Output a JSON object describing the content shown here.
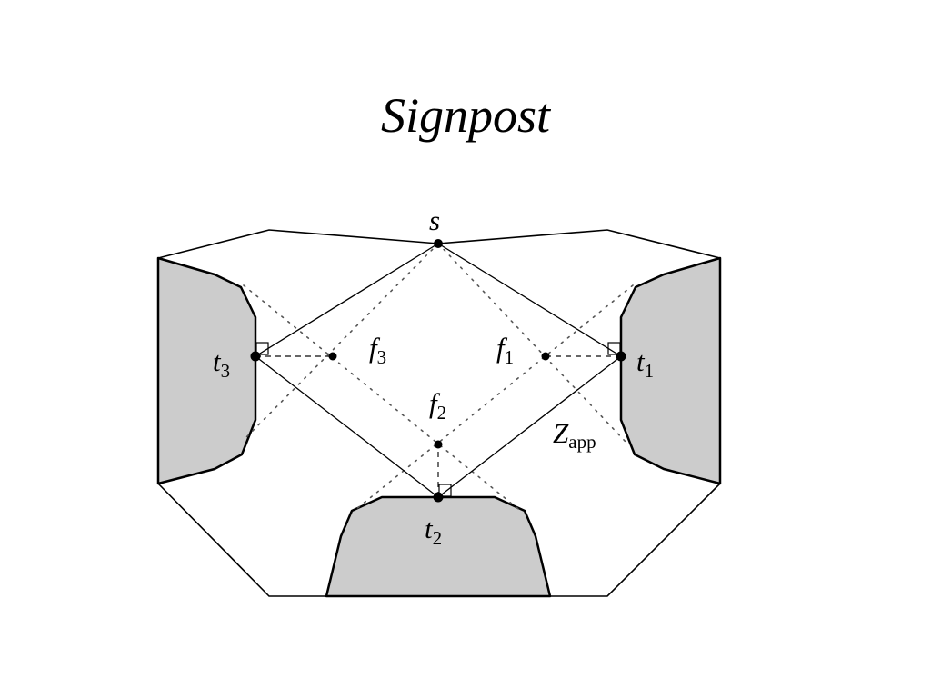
{
  "slide": {
    "title": "Signpost"
  },
  "figure": {
    "colors": {
      "obstacle_fill": "#cccccc",
      "line": "#000000",
      "dotted": "#555555"
    },
    "points": {
      "s": {
        "name": "s"
      },
      "t1": {
        "name": "t",
        "sub": "1"
      },
      "t2": {
        "name": "t",
        "sub": "2"
      },
      "t3": {
        "name": "t",
        "sub": "3"
      },
      "f1": {
        "name": "f",
        "sub": "1"
      },
      "f2": {
        "name": "f",
        "sub": "2"
      },
      "f3": {
        "name": "f",
        "sub": "3"
      }
    },
    "region": {
      "name": "Z",
      "sub": "app"
    }
  }
}
